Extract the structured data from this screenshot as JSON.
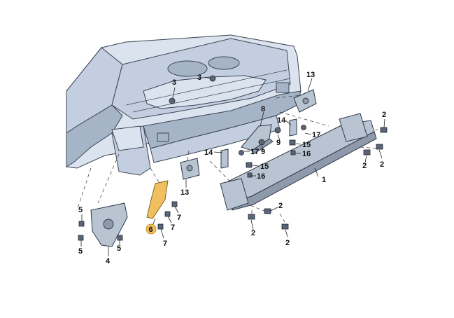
{
  "diagram": {
    "callouts": [
      {
        "id": "c1",
        "number": "1"
      },
      {
        "id": "c2a",
        "number": "2"
      },
      {
        "id": "c2b",
        "number": "2"
      },
      {
        "id": "c2c",
        "number": "2"
      },
      {
        "id": "c2d",
        "number": "2"
      },
      {
        "id": "c2e",
        "number": "2"
      },
      {
        "id": "c2f",
        "number": "2"
      },
      {
        "id": "c3a",
        "number": "3"
      },
      {
        "id": "c3b",
        "number": "3"
      },
      {
        "id": "c4",
        "number": "4"
      },
      {
        "id": "c5a",
        "number": "5"
      },
      {
        "id": "c5b",
        "number": "5"
      },
      {
        "id": "c5c",
        "number": "5"
      },
      {
        "id": "c6",
        "number": "6",
        "highlighted": true
      },
      {
        "id": "c7a",
        "number": "7"
      },
      {
        "id": "c7b",
        "number": "7"
      },
      {
        "id": "c7c",
        "number": "7"
      },
      {
        "id": "c8",
        "number": "8"
      },
      {
        "id": "c9a",
        "number": "9"
      },
      {
        "id": "c9b",
        "number": "9"
      },
      {
        "id": "c13a",
        "number": "13"
      },
      {
        "id": "c13b",
        "number": "13"
      },
      {
        "id": "c14a",
        "number": "14"
      },
      {
        "id": "c14b",
        "number": "14"
      },
      {
        "id": "c15a",
        "number": "15"
      },
      {
        "id": "c15b",
        "number": "15"
      },
      {
        "id": "c16a",
        "number": "16"
      },
      {
        "id": "c16b",
        "number": "16"
      },
      {
        "id": "c17a",
        "number": "17"
      },
      {
        "id": "c17b",
        "number": "17"
      }
    ],
    "highlight_color": "#f0c060"
  }
}
